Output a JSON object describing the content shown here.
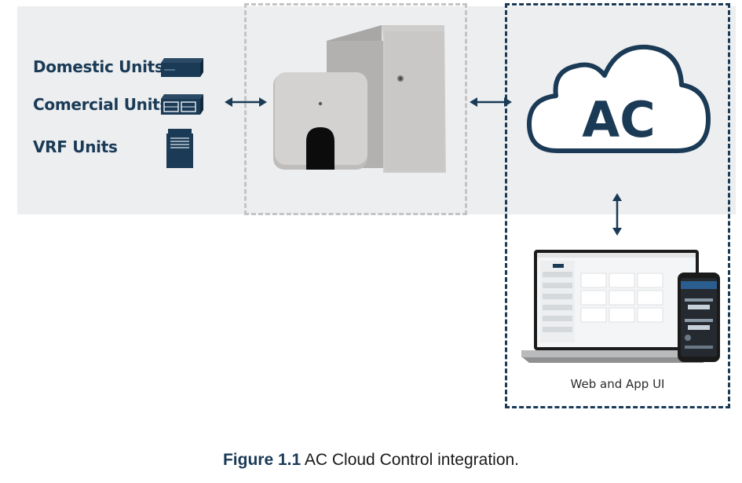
{
  "units": [
    {
      "label": "Domestic Units",
      "icon": "domestic-unit-icon"
    },
    {
      "label": "Comercial Units",
      "icon": "commercial-unit-icon"
    },
    {
      "label": "VRF Units",
      "icon": "vrf-unit-icon"
    }
  ],
  "cloud": {
    "label": "AC"
  },
  "web_ui_label": "Web and App UI",
  "caption": {
    "figure": "Figure 1.1",
    "text": " AC Cloud Control integration."
  },
  "colors": {
    "navy": "#1a3a56",
    "band": "#eceef0",
    "device_gray": "#c9c7c5"
  }
}
